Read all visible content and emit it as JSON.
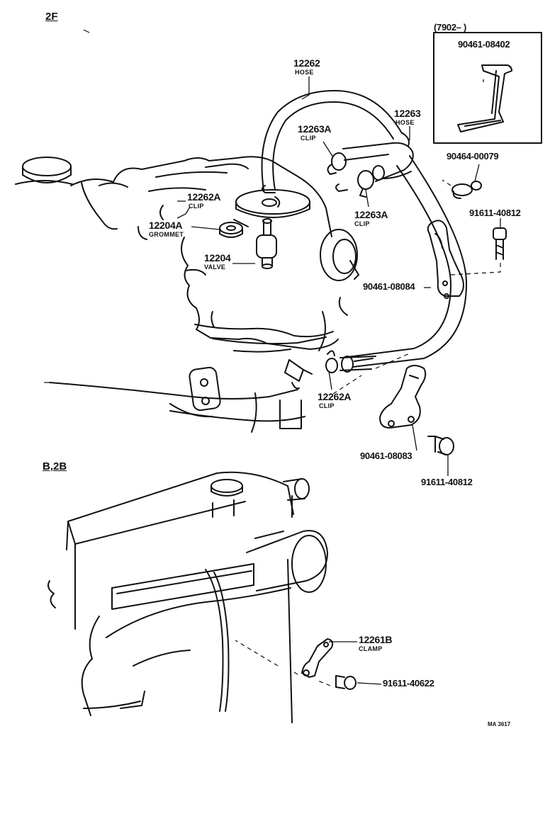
{
  "sections": {
    "top": "2F",
    "bottom": "B,2B"
  },
  "inset_range": "(7902–        )",
  "parts": {
    "p12262_num": "12262",
    "p12262_sub": "HOSE",
    "p12263_num": "12263",
    "p12263_sub": "HOSE",
    "p12263A_top_num": "12263A",
    "p12263A_top_sub": "CLIP",
    "p12263A_mid_num": "12263A",
    "p12263A_mid_sub": "CLIP",
    "p12262A_top_num": "12262A",
    "p12262A_top_sub": "CLIP",
    "p12262A_bot_num": "12262A",
    "p12262A_bot_sub": "CLIP",
    "p12204A_num": "12204A",
    "p12204A_sub": "GROMMET",
    "p12204_num": "12204",
    "p12204_sub": "VALVE",
    "p90461_08402": "90461-08402",
    "p90464_00079": "90464-00079",
    "p91611_40812_top": "91611-40812",
    "p90461_08084": "90461-08084",
    "p90461_08083": "90461-08083",
    "p91611_40812_bot": "91611-40812",
    "p12261B_num": "12261B",
    "p12261B_sub": "CLAMP",
    "p91611_40622": "91611-40622"
  },
  "drawing_code": "MA 3617"
}
